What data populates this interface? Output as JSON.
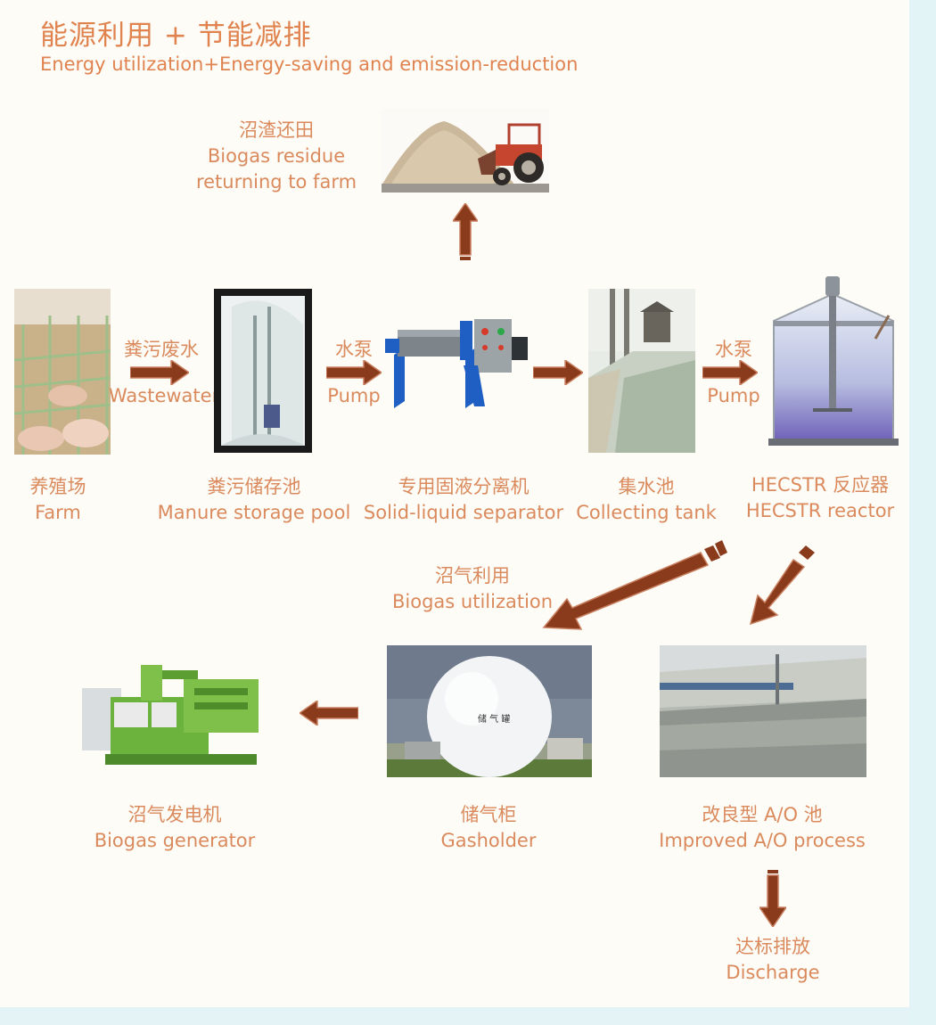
{
  "title": {
    "cn": "能源利用 + 节能减排",
    "en": "Energy utilization+Energy-saving and emission-reduction"
  },
  "nodes": {
    "residue": {
      "cn": "沼渣还田",
      "en1": "Biogas residue",
      "en2": "returning to farm",
      "icon": "tractor-soil-icon"
    },
    "farm": {
      "cn": "养殖场",
      "en": "Farm",
      "icon": "pig-farm-icon"
    },
    "storage": {
      "cn": "粪污储存池",
      "en": "Manure storage pool",
      "icon": "storage-pool-icon"
    },
    "separator": {
      "cn": "专用固液分离机",
      "en": "Solid-liquid separator",
      "icon": "separator-machine-icon"
    },
    "tank": {
      "cn": "集水池",
      "en": "Collecting tank",
      "icon": "collecting-tank-icon"
    },
    "reactor": {
      "cn": "HECSTR 反应器",
      "en": "HECSTR reactor",
      "icon": "reactor-tank-icon"
    },
    "generator": {
      "cn": "沼气发电机",
      "en": "Biogas generator",
      "icon": "generator-icon"
    },
    "gasholder": {
      "cn": "储气柜",
      "en": "Gasholder",
      "icon": "gasholder-dome-icon",
      "plate": "储 气 罐"
    },
    "ao": {
      "cn": "改良型 A/O 池",
      "en": "Improved A/O process",
      "icon": "ao-pool-icon"
    },
    "discharge": {
      "cn": "达标排放",
      "en": "Discharge"
    }
  },
  "arrow_labels": {
    "wastewater": {
      "cn": "粪污废水",
      "en": "Wastewater"
    },
    "pump1": {
      "cn": "水泵",
      "en": "Pump"
    },
    "pump2": {
      "cn": "水泵",
      "en": "Pump"
    },
    "biogas": {
      "cn": "沼气利用",
      "en": "Biogas utilization"
    }
  },
  "colors": {
    "text": "#da8a5c",
    "arrow_fill": "#8a3b1c",
    "arrow_edge": "#c98060",
    "background": "#fdfcf7",
    "border": "#e3f4f6"
  }
}
